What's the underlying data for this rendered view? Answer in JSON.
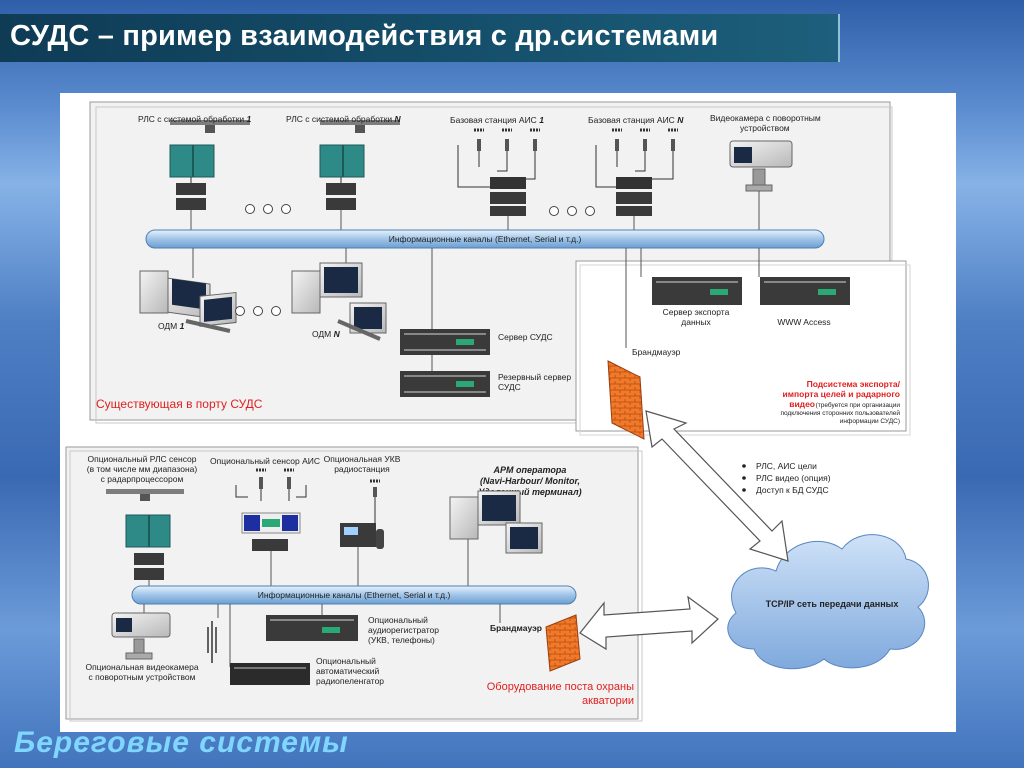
{
  "header": {
    "title": "СУДС – пример взаимодействия с др.системами"
  },
  "footer": {
    "text": "Береговые системы"
  },
  "top_section": {
    "rls_1": [
      "РЛС с системой обработки ",
      "1"
    ],
    "rls_n": [
      "РЛС с системой обработки ",
      "N"
    ],
    "ais_1": [
      "Базовая станция АИС ",
      "1"
    ],
    "ais_n": [
      "Базовая станция АИС ",
      "N"
    ],
    "camera": [
      "Видеокамера с поворотным",
      "устройством"
    ],
    "bus_label": "Информационные каналы (Ethernet, Serial и т.д.)",
    "odm_1": [
      "ОДМ ",
      "1"
    ],
    "odm_n": [
      "ОДМ ",
      "N"
    ],
    "server": "Сервер СУДС",
    "backup_server": [
      "Резервный сервер",
      "СУДС"
    ],
    "existing_label": "Существующая в порту СУДС"
  },
  "export_section": {
    "export_server": [
      "Сервер экспорта",
      "данных"
    ],
    "www_access": "WWW Access",
    "firewall": "Брандмауэр",
    "title_lines": [
      "Подсистема экспорта/",
      "импорта целей и радарного",
      "видео"
    ],
    "note_lines": [
      "(требуется при организации",
      "подключения сторонних пользователей",
      "информации СУДС)"
    ]
  },
  "bottom_section": {
    "opt_rls": [
      "Опциональный РЛС сенсор",
      "(в том числе мм диапазона)",
      "с радарпроцессором"
    ],
    "opt_ais": "Опциональный сенсор АИС",
    "opt_ukv": [
      "Опциональная УКВ",
      "радиостанция"
    ],
    "arm": [
      "АРМ оператора",
      "(Navi-Harbour/ Monitor,",
      "Удаленный терминал)"
    ],
    "bus_label": "Информационные каналы (Ethernet, Serial и т.д.)",
    "opt_camera": [
      "Опциональная видеокамера",
      "с поворотным устройством"
    ],
    "opt_recorder": [
      "Опциональный",
      "аудиорегистратор",
      "(УКВ, телефоны)"
    ],
    "opt_direction": [
      "Опциональный",
      "автоматический",
      "радиопеленгатор"
    ],
    "firewall": "Брандмауэр",
    "post_label": [
      "Оборудование поста охраны",
      "акватории"
    ]
  },
  "network": {
    "bullets": [
      "РЛС, АИС цели",
      "РЛС видео (опция)",
      "Доступ к БД СУДС"
    ],
    "cloud_label": "TCP/IP сеть передачи данных"
  },
  "colors": {
    "accent_red": "#e02020",
    "bus_blue": "#9fc4e8",
    "cloud_blue": "#8fb9ea",
    "firewall_orange": "#f07a2a"
  }
}
